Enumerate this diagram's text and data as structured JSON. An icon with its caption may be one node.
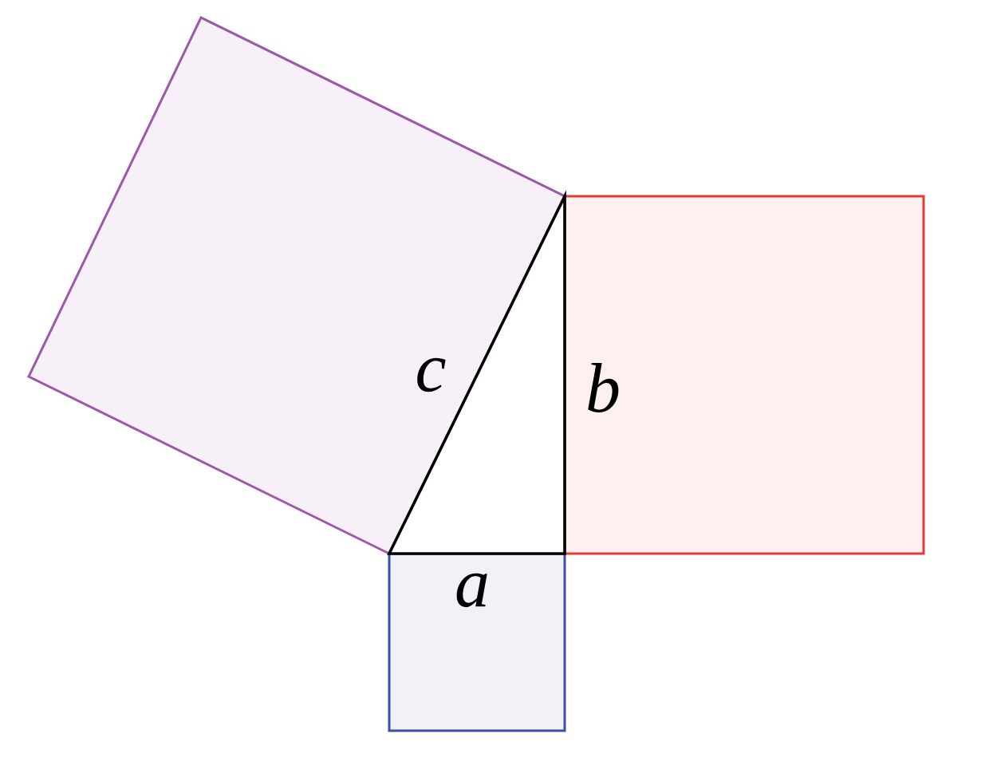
{
  "diagram": {
    "labels": [
      "c",
      "b",
      "a"
    ]
  }
}
